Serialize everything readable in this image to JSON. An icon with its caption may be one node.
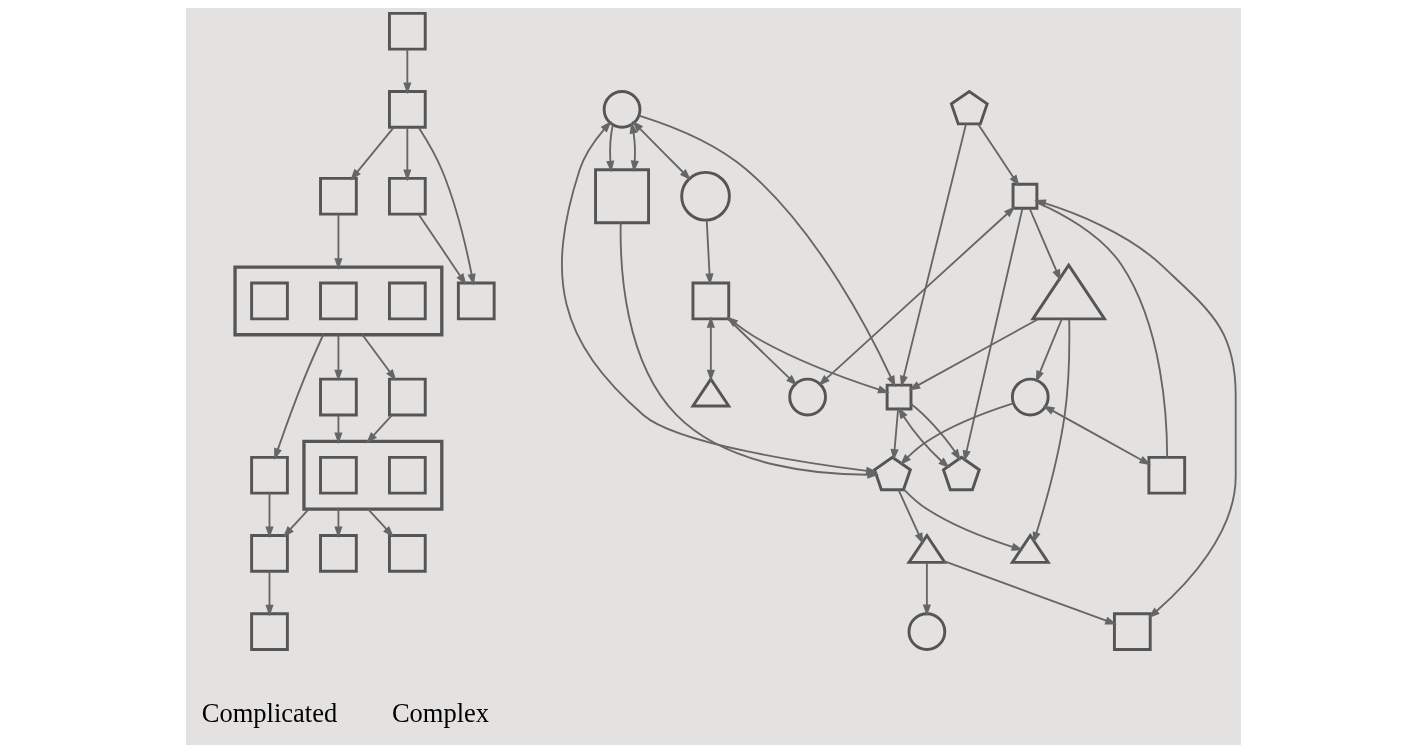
{
  "diagram": {
    "nodes": [
      {
        "text": [],
        "shape": "box"
      },
      {
        "text": [],
        "shape": "box"
      },
      {
        "text": [],
        "shape": "box"
      },
      {
        "text": [],
        "shape": "box"
      },
      {
        "text": [],
        "shape": "box"
      },
      {
        "text": [],
        "shape": "box"
      },
      {
        "text": [],
        "shape": "box",
        "in": 5
      },
      {
        "text": [],
        "shape": "box",
        "in": 5
      },
      {
        "text": [],
        "shape": "box",
        "in": 5
      },
      {
        "text": [],
        "shape": "box"
      },
      {
        "text": [],
        "shape": "box"
      },
      {
        "text": [],
        "shape": "box"
      },
      {
        "text": [],
        "shape": "box"
      },
      {
        "text": [],
        "shape": "box",
        "in": 12
      },
      {
        "text": [],
        "shape": "box",
        "in": 12
      },
      {
        "text": [],
        "shape": "box"
      },
      {
        "text": [],
        "shape": "box"
      },
      {
        "text": [],
        "shape": "box"
      },
      {
        "text": [],
        "shape": "box"
      },
      {
        "text": [],
        "shape": "circle"
      },
      {
        "text": [],
        "shape": "box"
      },
      {
        "text": [],
        "shape": "circle"
      },
      {
        "text": [],
        "shape": "box"
      },
      {
        "text": [],
        "shape": "box"
      },
      {
        "text": [],
        "shape": "circle"
      },
      {
        "text": [],
        "shape": "pentagon"
      },
      {
        "text": [],
        "shape": "circle"
      },
      {
        "text": [],
        "shape": "pentagon"
      },
      {
        "text": [],
        "shape": "triangle"
      },
      {
        "text": [],
        "shape": "triangle"
      },
      {
        "text": [],
        "shape": "triangle"
      },
      {
        "text": [],
        "shape": "pentagon"
      },
      {
        "text": [],
        "shape": "box"
      },
      {
        "text": [],
        "shape": "box"
      },
      {
        "text": [],
        "shape": "triangle"
      },
      {
        "text": [],
        "shape": "box"
      },
      {
        "text": [],
        "shape": "circle"
      }
    ],
    "edges": [
      {
        "from": 0,
        "to": 1,
        "arrow": "to"
      },
      {
        "from": 1,
        "to": 2,
        "arrow": "to"
      },
      {
        "from": 1,
        "to": 3,
        "arrow": "to"
      },
      {
        "from": 1,
        "to": 4,
        "arrow": "to"
      },
      {
        "from": 3,
        "to": 4,
        "arrow": "to"
      },
      {
        "from": 2,
        "to": 5,
        "arrow": "to"
      },
      {
        "from": 5,
        "to": 9,
        "arrow": "to"
      },
      {
        "from": 5,
        "to": 10,
        "arrow": "to"
      },
      {
        "from": 5,
        "to": 11,
        "arrow": "to"
      },
      {
        "from": 9,
        "to": 15,
        "arrow": "to"
      },
      {
        "from": 10,
        "to": 12,
        "arrow": "to"
      },
      {
        "from": 11,
        "to": 12,
        "arrow": "to"
      },
      {
        "from": 12,
        "to": 15,
        "arrow": "to"
      },
      {
        "from": 15,
        "to": 16,
        "arrow": "to"
      },
      {
        "from": 12,
        "to": 17,
        "arrow": "to"
      },
      {
        "from": 12,
        "to": 18,
        "arrow": "to"
      },
      {
        "from": 19,
        "to": 21,
        "arrow": "both"
      },
      {
        "from": 20,
        "to": 19,
        "arrow": "both"
      },
      {
        "from": 19,
        "to": 20,
        "arrow": "to"
      },
      {
        "from": 19,
        "to": 22,
        "arrow": "to"
      },
      {
        "from": 19,
        "to": 25,
        "arrow": "both"
      },
      {
        "from": 20,
        "to": 25,
        "arrow": "to"
      },
      {
        "from": 21,
        "to": 23,
        "arrow": "to"
      },
      {
        "from": 23,
        "to": 22,
        "arrow": "both"
      },
      {
        "from": 22,
        "to": 31,
        "arrow": "both"
      },
      {
        "from": 27,
        "to": 22,
        "arrow": "to"
      },
      {
        "from": 22,
        "to": 31,
        "arrow": "to"
      },
      {
        "from": 22,
        "to": 25,
        "arrow": "to"
      },
      {
        "from": 28,
        "to": 22,
        "arrow": "to"
      },
      {
        "from": 28,
        "to": 24,
        "arrow": "to"
      },
      {
        "from": 24,
        "to": 25,
        "arrow": "to"
      },
      {
        "from": 24,
        "to": 32,
        "arrow": "both"
      },
      {
        "from": 25,
        "to": 29,
        "arrow": "to"
      },
      {
        "from": 29,
        "to": 26,
        "arrow": "to"
      },
      {
        "from": 29,
        "to": 35,
        "arrow": "to"
      },
      {
        "from": 25,
        "to": 34,
        "arrow": "to"
      },
      {
        "from": 27,
        "to": 33,
        "arrow": "to"
      },
      {
        "from": 33,
        "to": 28,
        "arrow": "to"
      },
      {
        "from": 28,
        "to": 34,
        "arrow": "to"
      },
      {
        "from": 33,
        "to": 31,
        "arrow": "to"
      },
      {
        "from": 33,
        "to": 32,
        "arrow": "none"
      },
      {
        "from": 23,
        "to": 36,
        "arrow": "to"
      },
      {
        "from": 23,
        "to": 30,
        "arrow": "both"
      },
      {
        "from": 33,
        "to": 36,
        "arrow": "both"
      },
      {
        "from": 33,
        "to": 35,
        "arrow": "both"
      }
    ],
    "labels": [
      "Complicated",
      "Complex"
    ]
  }
}
